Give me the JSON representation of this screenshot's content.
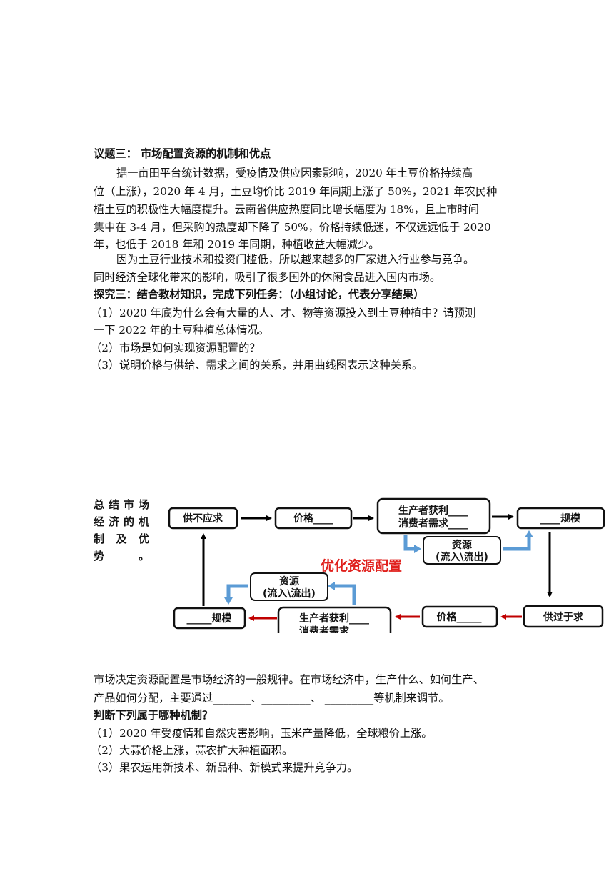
{
  "topic": {
    "heading": "议题三：  市场配置资源的机制和优点",
    "para1": [
      "据一亩田平台统计数据，受疫情及供应因素影响，2020 年土豆价格持续高",
      "位（上涨），2020 年 4 月，土豆均价比 2019 年同期上涨了 50%，2021 年农民种",
      "植土豆的积极性大幅度提升。云南省供应热度同比增长幅度为 18%，且上市时间",
      "集中在 3-4 月，但采购的热度却下降了 50%，价格持续低迷，不仅远远低于 2020",
      "年，也低于 2018 年和 2019 年同期，种植收益大幅减少。"
    ],
    "para2": [
      "因为土豆行业技术和投资门槛低，所以越来越多的厂家进入行业参与竞争。",
      "同时经济全球化带来的影响，吸引了很多国外的休闲食品进入国内市场。"
    ]
  },
  "explore": {
    "heading": "探究三：结合教材知识，完成下列任务：（小组讨论，代表分享结果）",
    "q1": [
      "（1）2020 年底为什么会有大量的人、才、物等资源投入到土豆种植中？请预测",
      "一下 2022 年的土豆种植总体情况。"
    ],
    "q2": "（2）市场是如何实现资源配置的？",
    "q3": "（3）说明价格与供给、需求之间的关系，并用曲线图表示这种关系。"
  },
  "summary_label": [
    "总结市场",
    "经济的机",
    "制 及 优",
    "势。"
  ],
  "diagram": {
    "supply_short": "供不应求",
    "price_top": "价格____",
    "producer_top_1": "生产者获利____",
    "producer_top_2": "消费者需求____",
    "scale_top": "____规模",
    "resource_top_1": "资源",
    "resource_top_2": "(流入\\流出)",
    "slogan": "优化资源配置",
    "supply_over": "供过于求",
    "price_bottom": "价格_____",
    "producer_bottom_1": "生产者获利____",
    "producer_bottom_2": "消费者需求____",
    "scale_bottom": "_____规模",
    "resource_bottom_1": "资源",
    "resource_bottom_2": "(流入\\流出)",
    "colors": {
      "black_arrow": "#000000",
      "red_arrow": "#c00000",
      "blue_arrow": "#5b9bd5"
    }
  },
  "market": {
    "line1": "市场决定资源配置是市场经济的一般规律。在市场经济中，生产什么、如何生产、",
    "line2": "产品如何分配，主要通过_______、_________、 _________等机制来调节。"
  },
  "judge": {
    "heading": "判断下列属于哪种机制？",
    "items": [
      "（1）2020 年受疫情和自然灾害影响，玉米产量降低，全球粮价上涨。",
      "（2）大蒜价格上涨，蒜农扩大种植面积。",
      "（3）果农运用新技术、新品种、新模式来提升竞争力。"
    ]
  }
}
